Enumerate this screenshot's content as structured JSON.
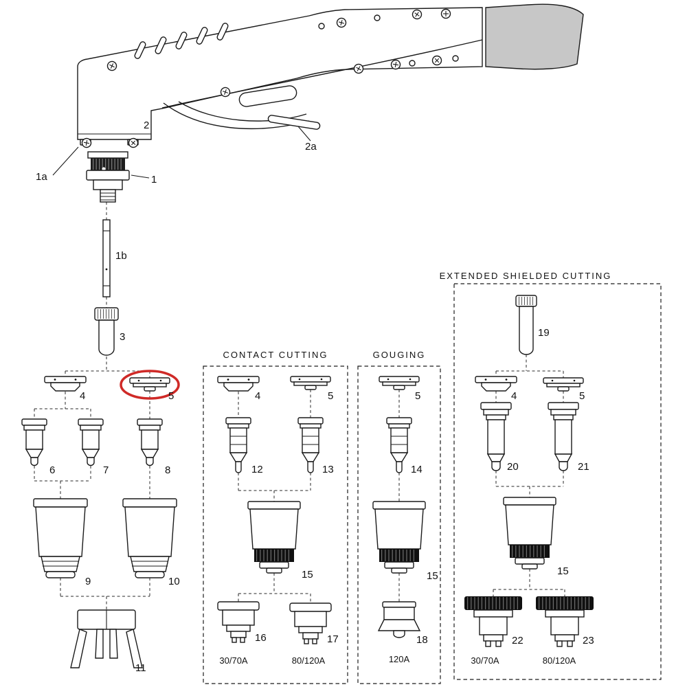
{
  "diagram": {
    "section_titles": {
      "contact_cutting": "CONTACT CUTTING",
      "gouging": "GOUGING",
      "extended_shielded_cutting": "EXTENDED SHIELDED CUTTING"
    },
    "part_numbers": {
      "n1": "1",
      "n1a": "1a",
      "n1b": "1b",
      "n2": "2",
      "n2a": "2a",
      "n3": "3",
      "n4": "4",
      "n5": "5",
      "n6": "6",
      "n7": "7",
      "n8": "8",
      "n9": "9",
      "n10": "10",
      "n11": "11",
      "n12": "12",
      "n13": "13",
      "n14": "14",
      "n15": "15",
      "n16": "16",
      "n17": "17",
      "n18": "18",
      "n19": "19",
      "n20": "20",
      "n21": "21",
      "n22": "22",
      "n23": "23"
    },
    "amperage_labels": {
      "contact_left": "30/70A",
      "contact_right": "80/120A",
      "gouging": "120A",
      "extended_left": "30/70A",
      "extended_right": "80/120A"
    },
    "highlight": {
      "circled_part": "5",
      "color": "#cf2a27"
    },
    "line_color": "#1a1a1a"
  }
}
